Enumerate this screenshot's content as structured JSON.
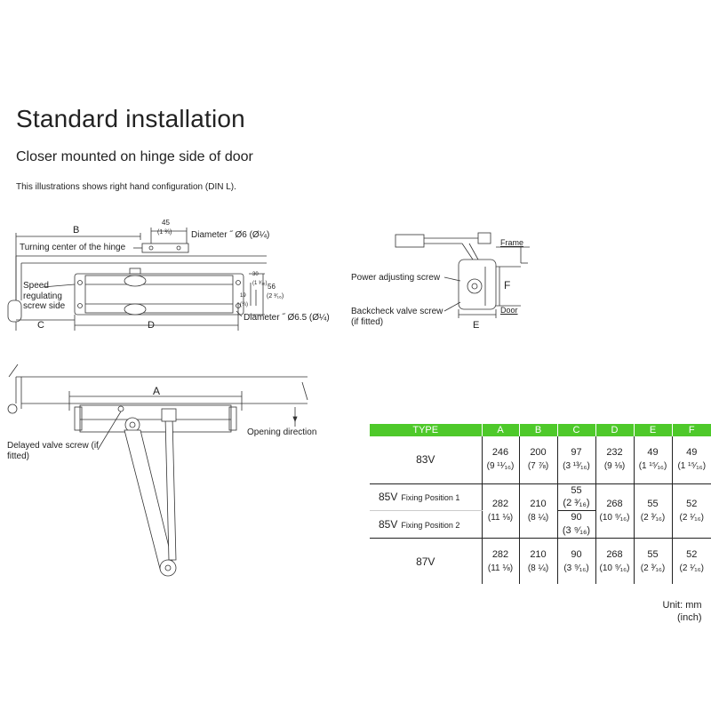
{
  "header": {
    "title": "Standard installation",
    "subtitle": "Closer mounted on hinge side of door",
    "note": "This illustrations shows right hand configuration (DIN L)."
  },
  "top_view": {
    "dim_B": "B",
    "dim_45": "45",
    "dim_45_inch": "(1 ¾)",
    "hole_small": "Diameter ˝ Ø6 (Ø¼)",
    "turning_center": "Turning center of the hinge",
    "speed_screw": "Speed regulating screw side",
    "dim_56": "56",
    "dim_56_inch": "(2 ³⁄₁₆)",
    "dim_30": "30",
    "dim_30_inch": "(1 ³⁄₁₆)",
    "dim_19": "19",
    "dim_19_inch": "(¾)",
    "hole_large": "Diameter ˝ Ø6.5 (Ø¼)",
    "dim_C": "C",
    "dim_D": "D"
  },
  "side_view": {
    "frame": "Frame",
    "power_screw": "Power adjusting screw",
    "dim_F": "F",
    "backcheck": "Backcheck valve screw (if fitted)",
    "door": "Door",
    "dim_E": "E"
  },
  "plan_view": {
    "dim_A": "A",
    "opening_direction": "Opening direction",
    "delayed_valve": "Delayed valve screw (if fitted)"
  },
  "spec_table": {
    "headers": [
      "TYPE",
      "A",
      "B",
      "C",
      "D",
      "E",
      "F"
    ],
    "row_83V": {
      "type": "83V",
      "A": "246",
      "A_in": "(9 ¹¹⁄₁₆)",
      "B": "200",
      "B_in": "(7 ⅞)",
      "C": "97",
      "C_in": "(3 ¹³⁄₁₆)",
      "D": "232",
      "D_in": "(9 ⅛)",
      "E": "49",
      "E_in": "(1 ¹⁵⁄₁₆)",
      "F": "49",
      "F_in": "(1 ¹⁵⁄₁₆)"
    },
    "row_85V": {
      "type": "85V",
      "fix1": "Fixing Position 1",
      "fix2": "Fixing Position 2",
      "A": "282",
      "A_in": "(11 ⅛)",
      "B": "210",
      "B_in": "(8 ¼)",
      "C1": "55",
      "C1_in": "(2 ³⁄₁₆)",
      "C2": "90",
      "C2_in": "(3 ⁹⁄₁₆)",
      "D": "268",
      "D_in": "(10 ⁹⁄₁₆)",
      "E": "55",
      "E_in": "(2 ³⁄₁₆)",
      "F": "52",
      "F_in": "(2 ¹⁄₁₆)"
    },
    "row_87V": {
      "type": "87V",
      "A": "282",
      "A_in": "(11 ⅛)",
      "B": "210",
      "B_in": "(8 ¼)",
      "C": "90",
      "C_in": "(3 ⁹⁄₁₆)",
      "D": "268",
      "D_in": "(10 ⁹⁄₁₆)",
      "E": "55",
      "E_in": "(2 ³⁄₁₆)",
      "F": "52",
      "F_in": "(2 ¹⁄₁₆)"
    },
    "unit": "Unit: mm",
    "unit_inch": "(inch)",
    "header_color": "#4ec92a"
  }
}
